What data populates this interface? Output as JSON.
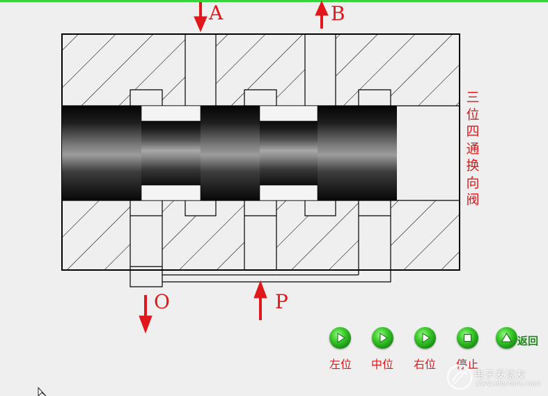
{
  "ports": {
    "a": "A",
    "b": "B",
    "o": "O",
    "p": "P"
  },
  "valve_title": "三位四通换向阀",
  "controls": {
    "left_label": "左位",
    "middle_label": "中位",
    "right_label": "右位",
    "stop_label": "停止",
    "back_label": "返回"
  },
  "watermark": {
    "text": "电子发烧友",
    "url": "www.elecfans.com"
  },
  "colors": {
    "arrow": "#e0171b",
    "label": "#e0171b",
    "button": "#3fcc2e"
  }
}
